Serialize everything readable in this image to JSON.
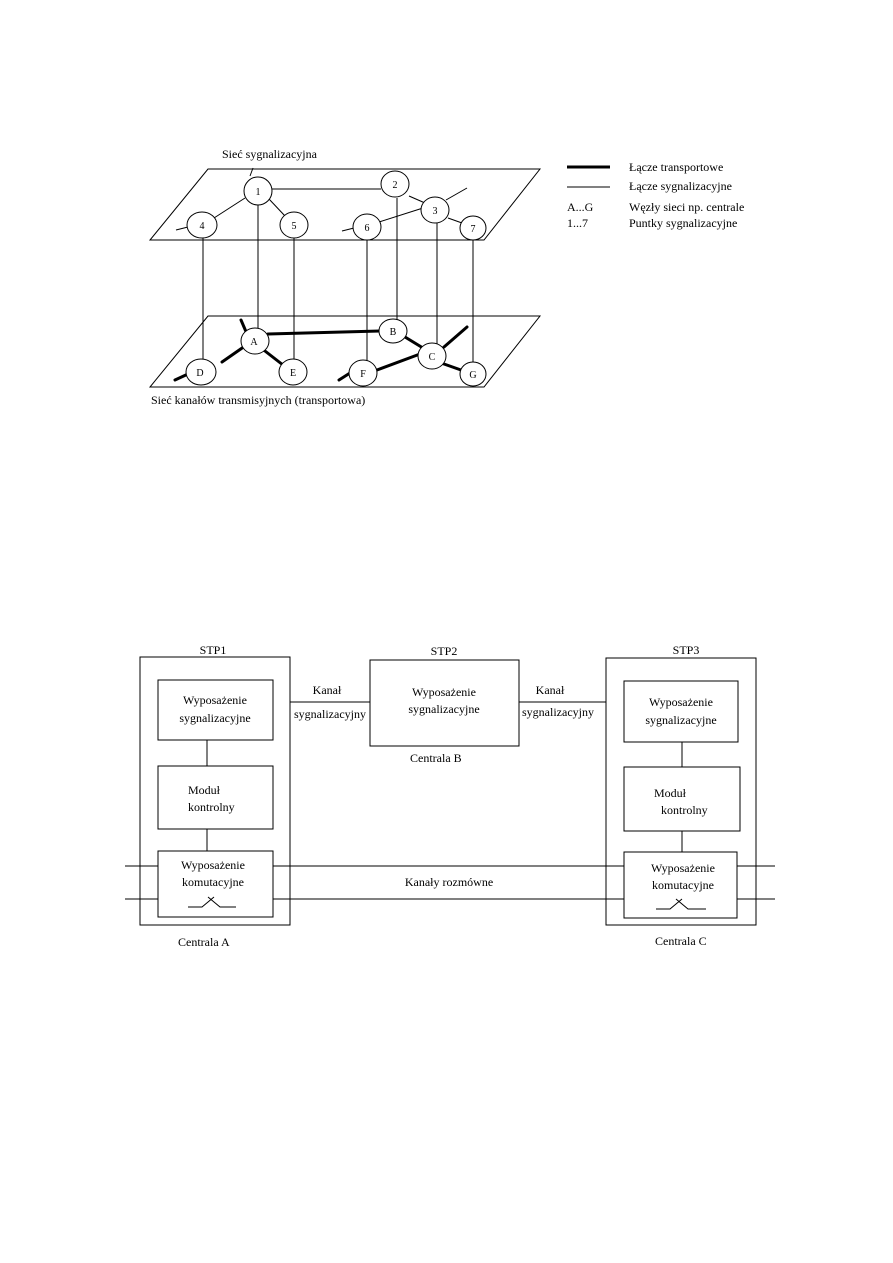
{
  "network_diagram": {
    "signaling_plane_label": "Sieć sygnalizacyjna",
    "transport_plane_label": "Sieć kanałów transmisyjnych (transportowa)",
    "signaling_points": [
      "1",
      "2",
      "3",
      "4",
      "5",
      "6",
      "7"
    ],
    "network_nodes": [
      "A",
      "B",
      "C",
      "D",
      "E",
      "F",
      "G"
    ],
    "legend": {
      "transport_link": "Łącze transportowe",
      "signaling_link": "Łącze sygnalizacyjne",
      "nodes_key": "A...G",
      "nodes_desc": "Węzły sieci np. centrale",
      "points_key": "1...7",
      "points_desc": "Puntky sygnalizacyjne"
    }
  },
  "exchange_diagram": {
    "stp1": "STP1",
    "stp2": "STP2",
    "stp3": "STP3",
    "signaling_equipment": [
      "Wyposażenie",
      "sygnalizacyjne"
    ],
    "control_module_a": [
      "Moduł",
      "kontrolny"
    ],
    "control_module_c": [
      "Moduł",
      "kontrolny"
    ],
    "switching_equipment": [
      "Wyposażenie",
      "komutacyjne"
    ],
    "channel_left": [
      "Kanał",
      "sygnalizacyjny"
    ],
    "channel_right": [
      "Kanał",
      "sygnalizacyjny"
    ],
    "speech_channels": "Kanały rozmówne",
    "exchange_a": "Centrala A",
    "exchange_b": "Centrala B",
    "exchange_c": "Centrala C"
  }
}
